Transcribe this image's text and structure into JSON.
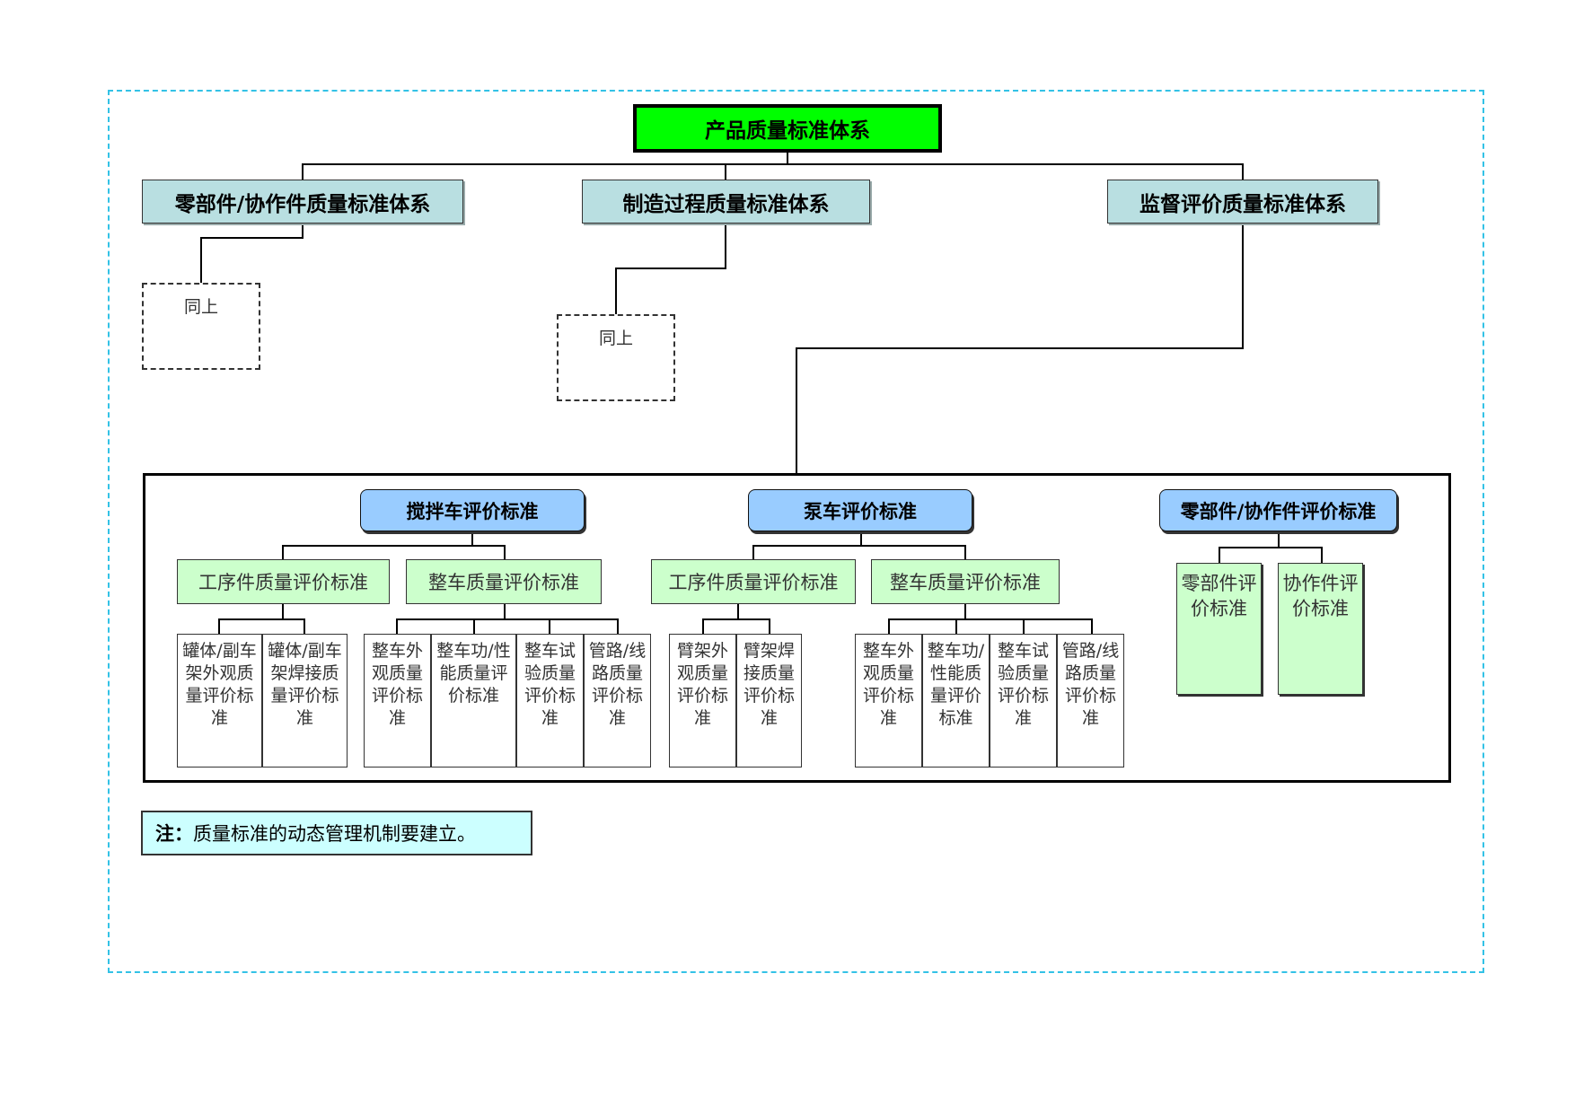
{
  "root": "产品质量标准体系",
  "level1": {
    "parts": "零部件/协作件质量标准体系",
    "process": "制造过程质量标准体系",
    "supervision": "监督评价质量标准体系"
  },
  "same_as_above": [
    "同上",
    "同上"
  ],
  "mixer": {
    "title": "搅拌车评价标准",
    "process_eval": "工序件质量评价标准",
    "vehicle_eval": "整车质量评价标准",
    "leaves_process": [
      "罐体/副车架外观质量评价标准",
      "罐体/副车架焊接质量评价标准"
    ],
    "leaves_vehicle": [
      "整车外观质量评价标准",
      "整车功/性能质量评价标准",
      "整车试验质量评价标准",
      "管路/线路质量评价标准"
    ]
  },
  "pump": {
    "title": "泵车评价标准",
    "process_eval": "工序件质量评价标准",
    "vehicle_eval": "整车质量评价标准",
    "leaves_process": [
      "臂架外观质量评价标准",
      "臂架焊接质量评价标准"
    ],
    "leaves_vehicle": [
      "整车外观质量评价标准",
      "整车功/性能质量评价标准",
      "整车试验质量评价标准",
      "管路/线路质量评价标准"
    ]
  },
  "parts_eval": {
    "title": "零部件/协作件评价标准",
    "children": [
      "零部件评价标准",
      "协作件评价标准"
    ]
  },
  "note": {
    "prefix": "注：",
    "text": "质量标准的动态管理机制要建立。"
  },
  "colors": {
    "root_fill": "#00ff00",
    "level1_fill": "#b9dfe1",
    "group_fill": "#99ccff",
    "eval_fill": "#ccffcc",
    "note_fill": "#ccffff",
    "outer_frame": "#33c2e6"
  }
}
